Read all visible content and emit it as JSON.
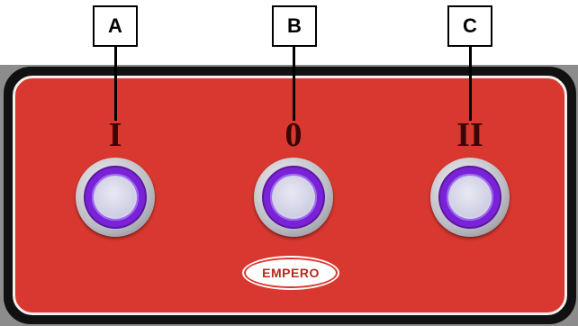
{
  "callouts": {
    "a": "A",
    "b": "B",
    "c": "C"
  },
  "panel": {
    "labels": {
      "left": "I",
      "center": "0",
      "right": "II"
    },
    "brand": "EMPERO",
    "colors": {
      "face": "#d8382f",
      "frame": "#111111",
      "button_ring": "#7a22d8"
    }
  }
}
